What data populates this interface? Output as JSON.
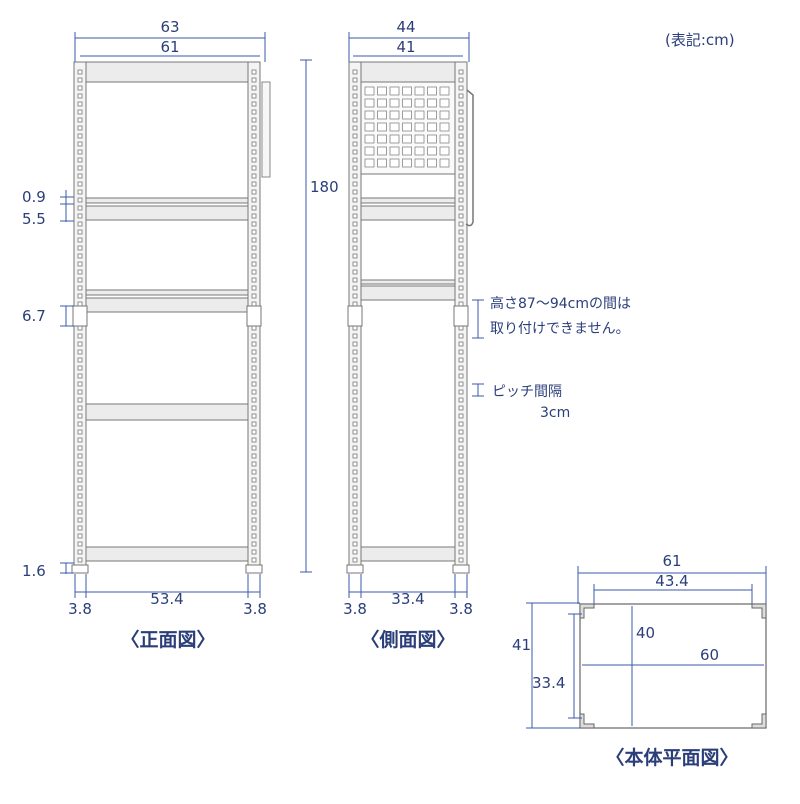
{
  "unit_note": "(表記:cm)",
  "front": {
    "title": "〈正面図〉",
    "dim_outer_width": "63",
    "dim_inner_width": "61",
    "dim_top_gap": "0.9",
    "dim_shelf_gap": "5.5",
    "dim_mid": "6.7",
    "dim_bottom": "1.6",
    "dim_left_post": "3.8",
    "dim_span": "53.4",
    "dim_right_post": "3.8"
  },
  "side": {
    "title": "〈側面図〉",
    "dim_outer_width": "44",
    "dim_inner_width": "41",
    "dim_height": "180",
    "dim_left_post": "3.8",
    "dim_span": "33.4",
    "dim_right_post": "3.8",
    "note_height_line1": "高さ87〜94cmの間は",
    "note_height_line2": "取り付けできません。",
    "note_pitch_line1": "ピッチ間隔",
    "note_pitch_line2": "3cm"
  },
  "plan": {
    "title": "〈本体平面図〉",
    "dim_outer_width": "61",
    "dim_inner_width": "43.4",
    "dim_outer_depth": "41",
    "dim_inner_depth": "33.4",
    "dim_depth": "40",
    "dim_width": "60"
  },
  "colors": {
    "text": "#2b3e7a",
    "dimension_line": "#3a5aa8",
    "frame": "#777777"
  }
}
